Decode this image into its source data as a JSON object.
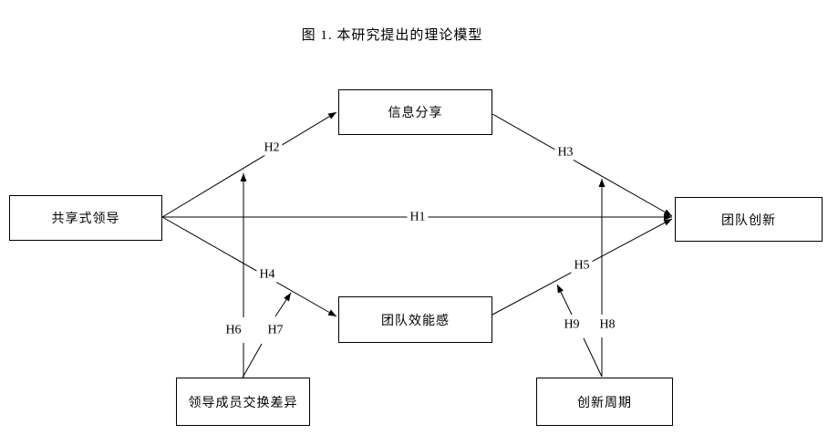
{
  "figure": {
    "title": "图 1. 本研究提出的理论模型"
  },
  "nodes": {
    "shared_leadership": "共享式领导",
    "information_sharing": "信息分享",
    "team_efficacy": "团队效能感",
    "team_innovation": "团队创新",
    "lmx_differentiation": "领导成员交换差异",
    "innovation_cycle": "创新周期"
  },
  "hypotheses": {
    "h1": "H1",
    "h2": "H2",
    "h3": "H3",
    "h4": "H4",
    "h5": "H5",
    "h6": "H6",
    "h7": "H7",
    "h8": "H8",
    "h9": "H9"
  },
  "edges": [
    {
      "label": "H1",
      "from": "共享式领导",
      "to": "团队创新",
      "type": "direct"
    },
    {
      "label": "H2",
      "from": "共享式领导",
      "to": "信息分享",
      "type": "direct"
    },
    {
      "label": "H3",
      "from": "信息分享",
      "to": "团队创新",
      "type": "direct"
    },
    {
      "label": "H4",
      "from": "共享式领导",
      "to": "团队效能感",
      "type": "direct"
    },
    {
      "label": "H5",
      "from": "团队效能感",
      "to": "团队创新",
      "type": "direct"
    },
    {
      "label": "H6",
      "from": "领导成员交换差异",
      "to": "H2",
      "type": "moderation"
    },
    {
      "label": "H7",
      "from": "领导成员交换差异",
      "to": "H4",
      "type": "moderation"
    },
    {
      "label": "H8",
      "from": "创新周期",
      "to": "H3",
      "type": "moderation"
    },
    {
      "label": "H9",
      "from": "创新周期",
      "to": "H5",
      "type": "moderation"
    }
  ],
  "colors": {
    "line": "#000000",
    "background": "#ffffff",
    "box_fill": "#ffffff",
    "text": "#000000"
  }
}
